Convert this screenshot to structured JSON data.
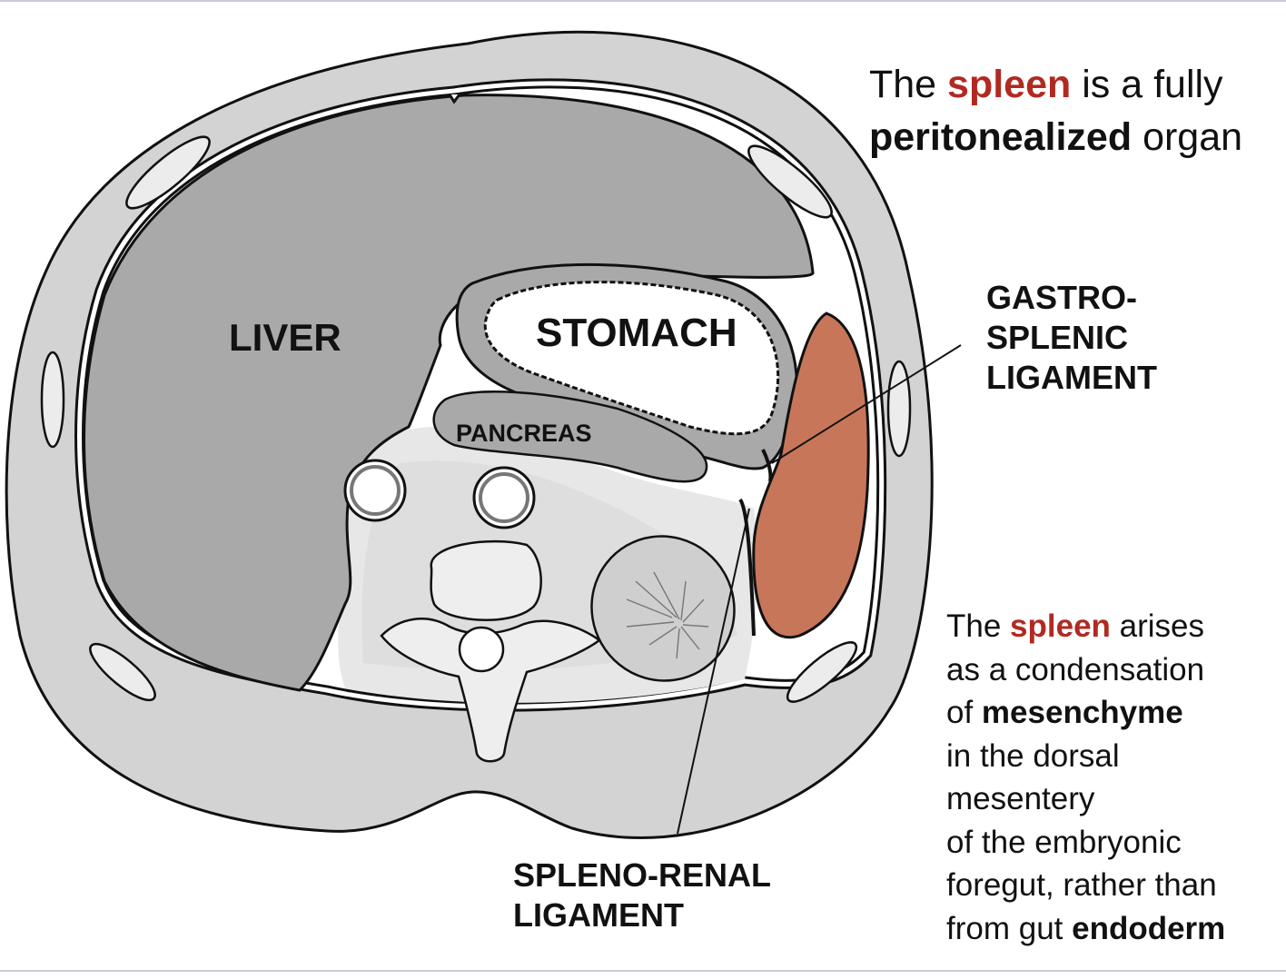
{
  "colors": {
    "body_wall": "#d3d3d3",
    "organ_gray": "#a9a9aa",
    "retroperitoneum": "#e7e7e7",
    "spleen": "#c8765a",
    "accent_red": "#b02a22",
    "outline": "#111111"
  },
  "labels": {
    "liver": "LIVER",
    "stomach": "STOMACH",
    "pancreas": "PANCREAS",
    "gastrosplenic": [
      "GASTRO-",
      "SPLENIC",
      "LIGAMENT"
    ],
    "splenorenal": [
      "SPLENO-RENAL",
      "LIGAMENT"
    ]
  },
  "note_title": {
    "l1_a": "The ",
    "l1_b": "spleen",
    "l1_c": " is a fully",
    "l2_a": "peritonealized",
    "l2_b": " organ"
  },
  "note_body": {
    "l1_a": "The ",
    "l1_b": "spleen",
    "l1_c": " arises",
    "l2": "as a condensation",
    "l3_a": "of ",
    "l3_b": "mesenchyme",
    "l4": "in the dorsal",
    "l5": "mesentery",
    "l6": "of the embryonic",
    "l7": "foregut, rather than",
    "l8_a": "from gut ",
    "l8_b": "endoderm"
  }
}
